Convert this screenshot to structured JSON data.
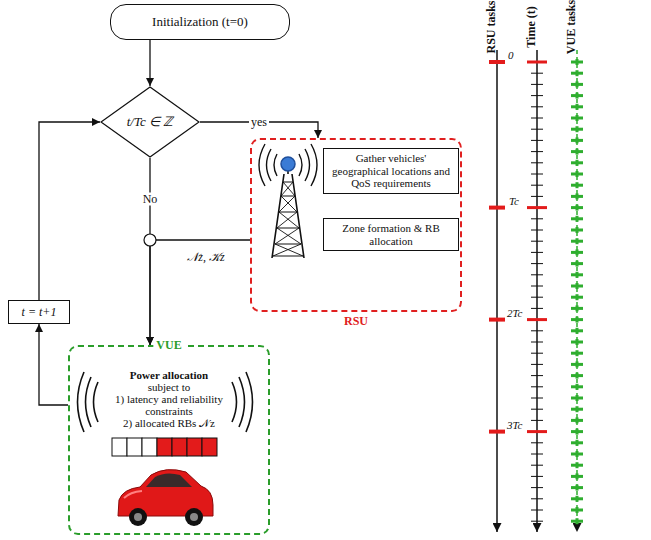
{
  "diagram": {
    "nodes": [
      {
        "text": [
          "Initialization (t=0)"
        ]
      },
      {
        "text": [
          "t/Tc ∈ ℤ"
        ]
      },
      {
        "text": [
          "t = t+1"
        ]
      },
      {
        "text": [
          "RSU"
        ]
      },
      {
        "text": [
          "Gather vehicles' geographical locations and QoS requirements"
        ],
        "in": 3
      },
      {
        "text": [
          "Zone formation & RB allocation"
        ],
        "in": 3
      },
      {
        "text": [
          "VUE",
          "Power allocation",
          "subject to",
          "1) latency and reliability constraints",
          "2) allocated RBs 𝒩z"
        ]
      }
    ],
    "edges": [
      {
        "from": 0,
        "to": 1,
        "arrow": "to"
      },
      {
        "from": 1,
        "to": 3,
        "label": "yes",
        "arrow": "to"
      },
      {
        "from": 1,
        "to": 6,
        "label": "No",
        "arrow": "to"
      },
      {
        "from": 3,
        "to": 6,
        "label": "𝒩z, 𝒦z",
        "arrow": "to"
      },
      {
        "from": 6,
        "to": 2,
        "arrow": "to"
      },
      {
        "from": 2,
        "to": 1,
        "arrow": "to"
      }
    ],
    "labels": [
      "RSU tasks",
      "Time (t)",
      "VUE tasks",
      "0",
      "Tc",
      "2Tc",
      "3Tc"
    ]
  }
}
